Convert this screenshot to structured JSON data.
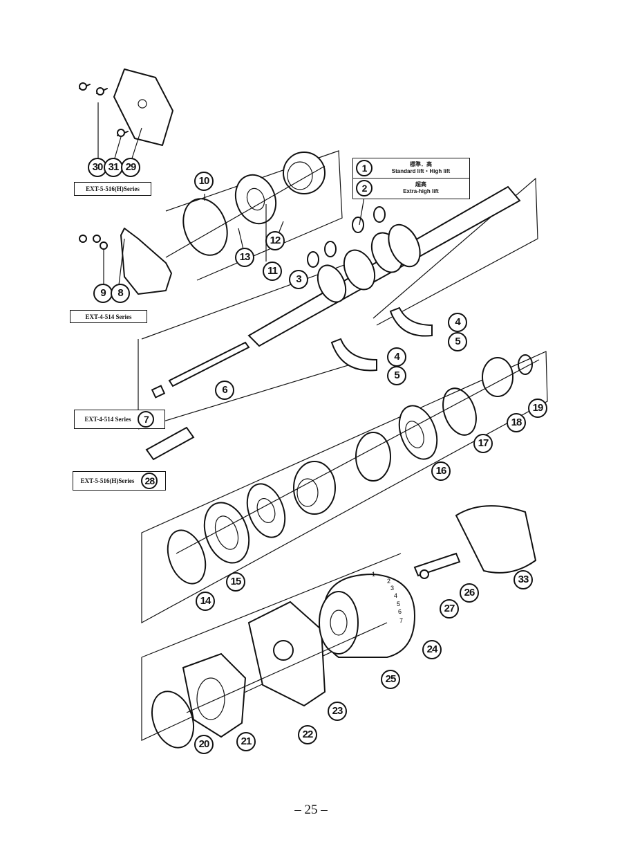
{
  "diagram": {
    "title": "Exploded parts diagram — feed unit",
    "lift_options": [
      {
        "part": "1",
        "label_jp": "標準．高",
        "label_en": "Standard lift・High lift"
      },
      {
        "part": "2",
        "label_jp": "超高",
        "label_en": "Extra-high lift"
      }
    ],
    "series_groups": [
      {
        "label": "EXT-5-516(H)Series",
        "parts": [
          "30",
          "31",
          "29"
        ]
      },
      {
        "label": "EXT-4-514 Series",
        "parts": [
          "9",
          "8"
        ]
      },
      {
        "label": "EXT-4-514 Series",
        "parts": [
          "7"
        ]
      },
      {
        "label": "EXT-5-516(H)Series",
        "parts": [
          "28"
        ]
      }
    ],
    "callouts": {
      "p3": "3",
      "p4a": "4",
      "p4b": "4",
      "p5a": "5",
      "p5b": "5",
      "p6": "6",
      "p10": "10",
      "p11": "11",
      "p12": "12",
      "p13": "13",
      "p14": "14",
      "p15": "15",
      "p16": "16",
      "p17": "17",
      "p18": "18",
      "p19": "19",
      "p20": "20",
      "p21": "21",
      "p22": "22",
      "p23": "23",
      "p24": "24",
      "p25": "25",
      "p26": "26",
      "p27": "27",
      "p33": "33"
    },
    "dial_scale": [
      "1",
      "2",
      "3",
      "4",
      "5",
      "6",
      "7"
    ]
  },
  "page": {
    "number": "– 25 –"
  }
}
